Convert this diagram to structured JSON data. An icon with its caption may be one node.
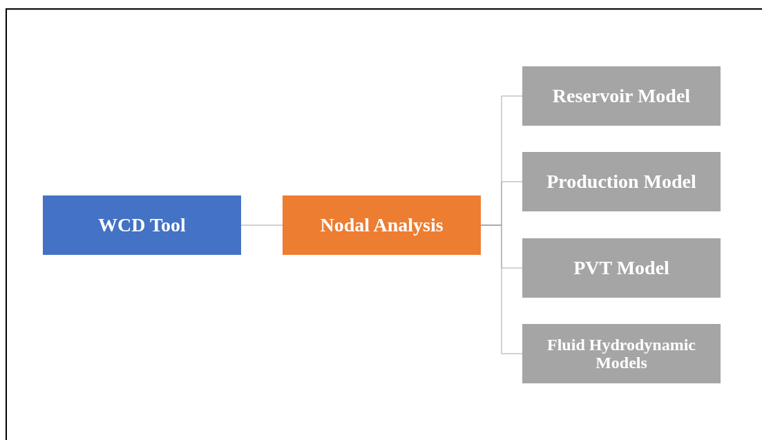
{
  "diagram": {
    "nodes": [
      {
        "text": [
          "WCD Tool"
        ]
      },
      {
        "text": [
          "Nodal Analysis"
        ]
      },
      {
        "text": [
          "Reservoir Model"
        ]
      },
      {
        "text": [
          "Production Model"
        ]
      },
      {
        "text": [
          "PVT Model"
        ]
      },
      {
        "text": [
          "Fluid Hydrodynamic Models"
        ]
      }
    ],
    "edges": [
      {
        "from": 0,
        "to": 1,
        "arrow": "none"
      },
      {
        "from": 1,
        "to": 2,
        "arrow": "none"
      },
      {
        "from": 1,
        "to": 3,
        "arrow": "none"
      },
      {
        "from": 1,
        "to": 4,
        "arrow": "none"
      },
      {
        "from": 1,
        "to": 5,
        "arrow": "none"
      }
    ]
  }
}
